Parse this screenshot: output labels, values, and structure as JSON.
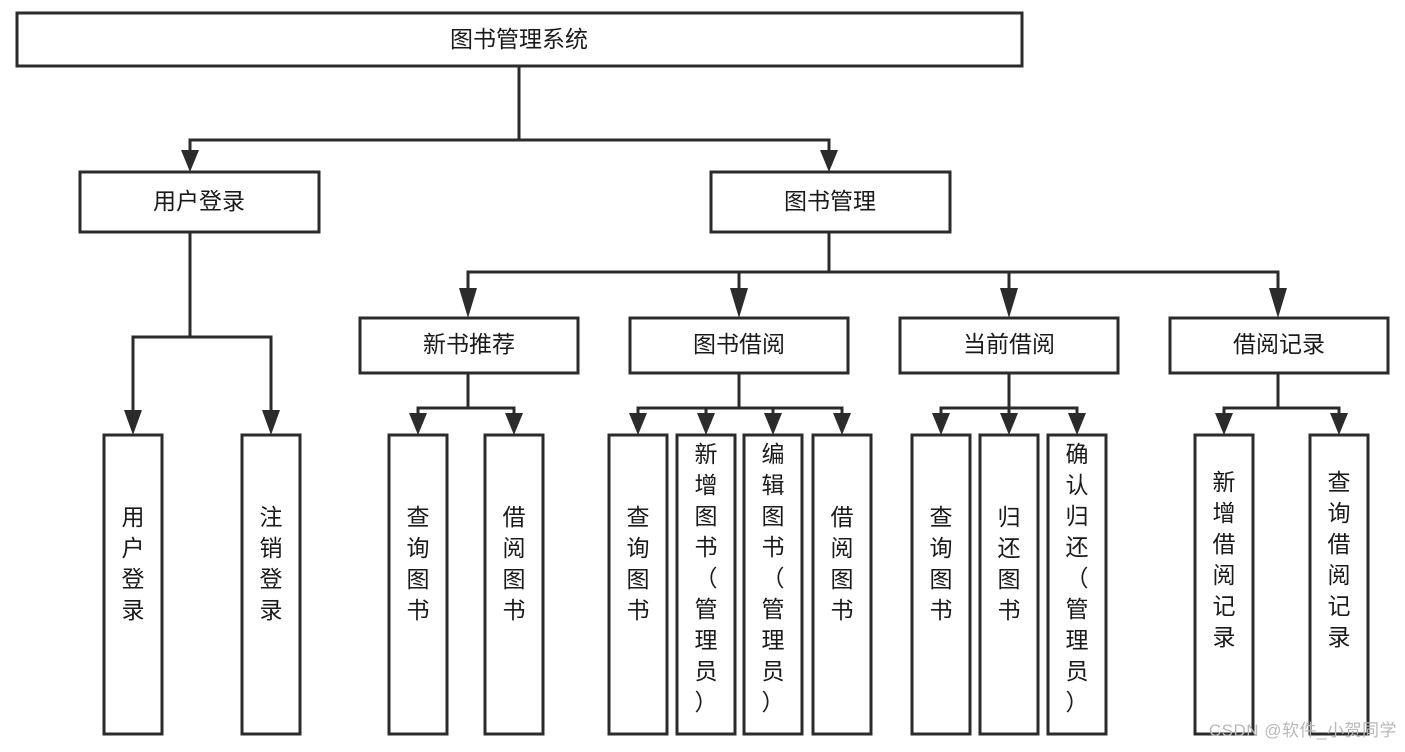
{
  "diagram": {
    "type": "hierarchy-tree",
    "title": "图书管理系统",
    "colors": {
      "stroke": "#2b2b2b",
      "fill": "#ffffff",
      "text": "#1a1a1a",
      "background": "#ffffff",
      "watermark": "#b9b9b9"
    },
    "levels": {
      "root": {
        "label": "图书管理系统"
      },
      "level1": [
        {
          "label": "用户登录"
        },
        {
          "label": "图书管理"
        }
      ],
      "level2": [
        {
          "label": "新书推荐"
        },
        {
          "label": "图书借阅"
        },
        {
          "label": "当前借阅"
        },
        {
          "label": "借阅记录"
        }
      ],
      "leaves": {
        "user_login": [
          {
            "label": "用户登录"
          },
          {
            "label": "注销登录"
          }
        ],
        "new_book_recommend": [
          {
            "label": "查询图书"
          },
          {
            "label": "借阅图书"
          }
        ],
        "book_borrow": [
          {
            "label": "查询图书"
          },
          {
            "label": "新增图书（管理员）"
          },
          {
            "label": "编辑图书（管理员）"
          },
          {
            "label": "借阅图书"
          }
        ],
        "current_borrow": [
          {
            "label": "查询图书"
          },
          {
            "label": "归还图书"
          },
          {
            "label": "确认归还（管理员）"
          }
        ],
        "borrow_record": [
          {
            "label": "新增借阅记录"
          },
          {
            "label": "查询借阅记录"
          }
        ]
      }
    }
  },
  "watermark": {
    "text": "CSDN @软件_小贺同学"
  }
}
